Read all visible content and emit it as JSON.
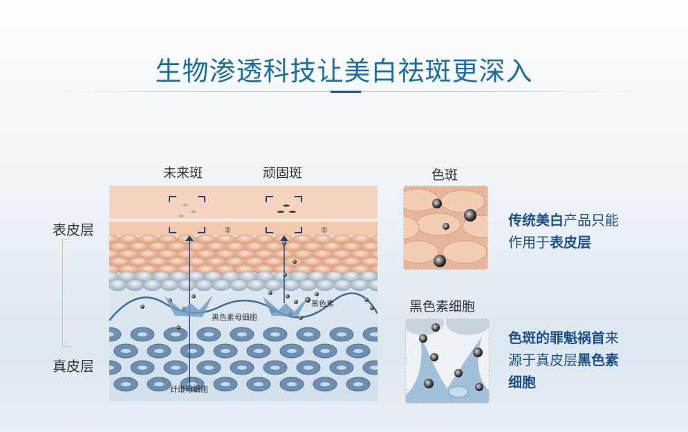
{
  "title": "生物渗透科技让美白祛斑更深入",
  "layers": {
    "epidermis": "表皮层",
    "dermis": "真皮层"
  },
  "diagram": {
    "spot_future": "未来斑",
    "spot_stubborn": "顽固斑",
    "marker_2": "②",
    "marker_1": "①",
    "melanin": "黑色素",
    "melanocyte": "黑色素母细胞",
    "fibroblast": "纤维母细胞"
  },
  "panels": [
    {
      "label": "色斑",
      "lines": [
        [
          {
            "t": "传统美白",
            "b": true
          },
          {
            "t": "产品只能",
            "b": false
          }
        ],
        [
          {
            "t": "作用于",
            "b": false
          },
          {
            "t": "表皮层",
            "b": true
          }
        ]
      ]
    },
    {
      "label": "黑色素细胞",
      "lines": [
        [
          {
            "t": "色斑的罪魁祸首",
            "b": true
          },
          {
            "t": "来",
            "b": false
          }
        ],
        [
          {
            "t": "源于真皮层",
            "b": false
          },
          {
            "t": "黑色素",
            "b": true
          }
        ],
        [
          {
            "t": "细胞",
            "b": true
          }
        ]
      ]
    }
  ],
  "colors": {
    "title": "#1a6ea8",
    "text_blue": "#1d4f8c",
    "skin": "#f3c9ae",
    "dermis": "#c9dcec"
  }
}
